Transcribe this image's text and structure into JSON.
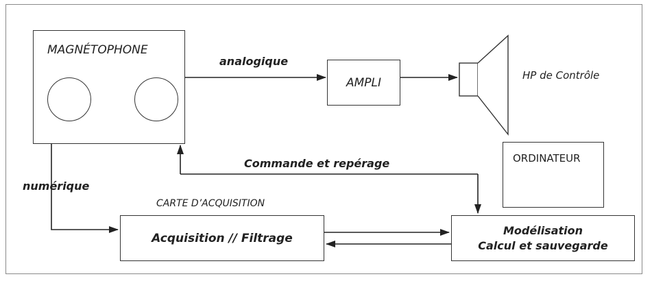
{
  "blocks": {
    "recorder": "MAGNÉTOPHONE",
    "amp": "AMPLI",
    "speaker": "HP de Contrôle",
    "computer": "ORDINATEUR",
    "card_title": "CARTE D’ACQUISITION",
    "acquisition": "Acquisition // Filtrage",
    "modeling_line1": "Modélisation",
    "modeling_line2": "Calcul et sauvegarde"
  },
  "links": {
    "analog": "analogique",
    "digital": "numérique",
    "control": "Commande et repérage"
  },
  "colors": {
    "line": "#222222",
    "frame": "#8a8a8a"
  }
}
